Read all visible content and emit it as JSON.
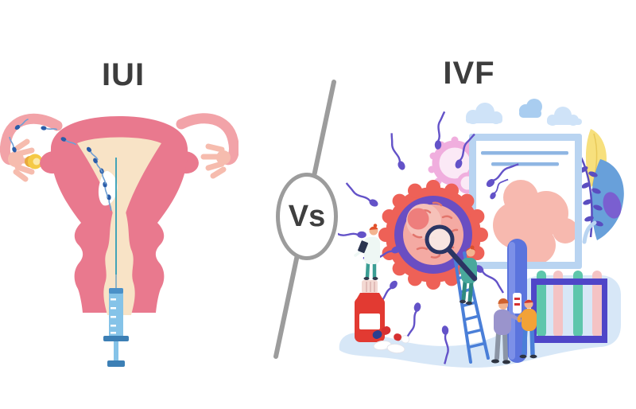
{
  "comparison": {
    "left": {
      "title": "IUI"
    },
    "divider": {
      "label": "Vs"
    },
    "right": {
      "title": "IVF"
    }
  },
  "colors": {
    "background": "#ffffff",
    "title_text": "#3d3d3d",
    "divider_gray": "#9c9c9c",
    "uterus_pink": "#e9798e",
    "uterus_light_pink": "#f2a3a8",
    "fimbriae_pink": "#f6bcae",
    "cavity_cream": "#f8e3c6",
    "egg_yellow": "#f5c945",
    "sperm_blue_head": "#2a5ca8",
    "sperm_blue_tail": "#6f9fd3",
    "syringe_blue": "#85c3e8",
    "syringe_dark_blue": "#3c7fb5",
    "ivf_sperm_purple": "#6352c8",
    "ovum_outer_coral": "#ee6157",
    "ovum_ring_purple": "#6a4ec2",
    "ovum_inner_pink": "#f4aaa3",
    "ovum_nucleus": "#ee7e7c",
    "frame_blue": "#b9d4f1",
    "frame_line_blue": "#8fb6e3",
    "embryo_peach": "#f7b9af",
    "gear_pink": "#f0aede",
    "ground_blue": "#d7e7f7",
    "test_stick_blue": "#5b74dd",
    "tube_teal": "#5ec6ac",
    "tube_pink": "#f4c3c4",
    "rack_indigo": "#4f46c8",
    "bottle_red": "#e23a32",
    "ladder_blue": "#4a7fd8",
    "leaf_yellow": "#f7e07d",
    "leaf_blue": "#68a0da",
    "leaf_purple": "#5a4dc0",
    "cloud_blue": "#cfe3f8",
    "coat_white": "#eef7f4",
    "scrub_teal": "#49a89c",
    "sweater_purple": "#9a94cc",
    "shirt_orange": "#f2a237",
    "magnifier_navy": "#2b3563"
  },
  "scene": {
    "left_elements": [
      "uterus",
      "fallopian-tubes",
      "ovaries",
      "egg-cell",
      "sperm-cells",
      "catheter",
      "insemination-syringe"
    ],
    "right_elements": [
      "ovum",
      "sperm-cells",
      "magnifying-glass",
      "scientist-on-ladder",
      "ladder",
      "doctor-on-bottle",
      "medicine-bottle",
      "pills",
      "capsules",
      "pregnancy-test-stick",
      "two-people",
      "test-tube-rack",
      "test-tubes",
      "document-frame",
      "embryo-picture",
      "gears",
      "clouds",
      "plants",
      "ground"
    ]
  }
}
